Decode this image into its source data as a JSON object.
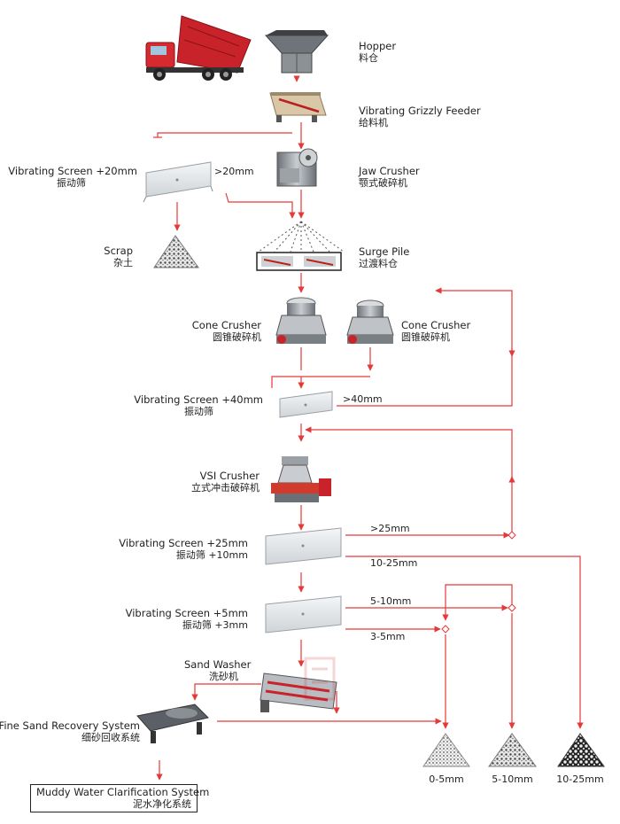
{
  "labels": {
    "hopper": {
      "en": "Hopper",
      "zh": "料仓"
    },
    "feeder": {
      "en": "Vibrating Grizzly Feeder",
      "zh": "给料机"
    },
    "jaw": {
      "en": "Jaw Crusher",
      "zh": "颚式破碎机"
    },
    "screen1": {
      "en": "Vibrating Screen  +20mm",
      "zh": "振动筛"
    },
    "screen1_out": ">20mm",
    "scrap": {
      "en": "Scrap",
      "zh": "杂土"
    },
    "surge": {
      "en": "Surge Pile",
      "zh": "过渡料仓"
    },
    "cone1": {
      "en": "Cone Crusher",
      "zh": "圆锥破碎机"
    },
    "cone2": {
      "en": "Cone Crusher",
      "zh": "圆锥破碎机"
    },
    "screen2": {
      "en": "Vibrating Screen  +40mm",
      "zh": "振动筛"
    },
    "screen2_out": ">40mm",
    "vsi": {
      "en": "VSI Crusher",
      "zh": "立式冲击破碎机"
    },
    "screen3": {
      "en": "Vibrating Screen  +25mm",
      "zh": "振动筛    +10mm"
    },
    "screen3_out1": ">25mm",
    "screen3_out2": "10-25mm",
    "screen4": {
      "en": "Vibrating Screen  +5mm",
      "zh": "振动筛    +3mm"
    },
    "screen4_out1": "5-10mm",
    "screen4_out2": "3-5mm",
    "washer": {
      "en": "Sand Washer",
      "zh": "洗砂机"
    },
    "recovery": {
      "en": "Fine Sand Recovery System",
      "zh": "细砂回收系统"
    },
    "clarify": {
      "en": "Muddy Water Clarification System",
      "zh": "泥水净化系统"
    },
    "pile1": "0-5mm",
    "pile2": "5-10mm",
    "pile3": "10-25mm"
  },
  "colors": {
    "arrow": "#e53a3a",
    "truck": "#c8232a",
    "steel": "#9aa0a6"
  }
}
